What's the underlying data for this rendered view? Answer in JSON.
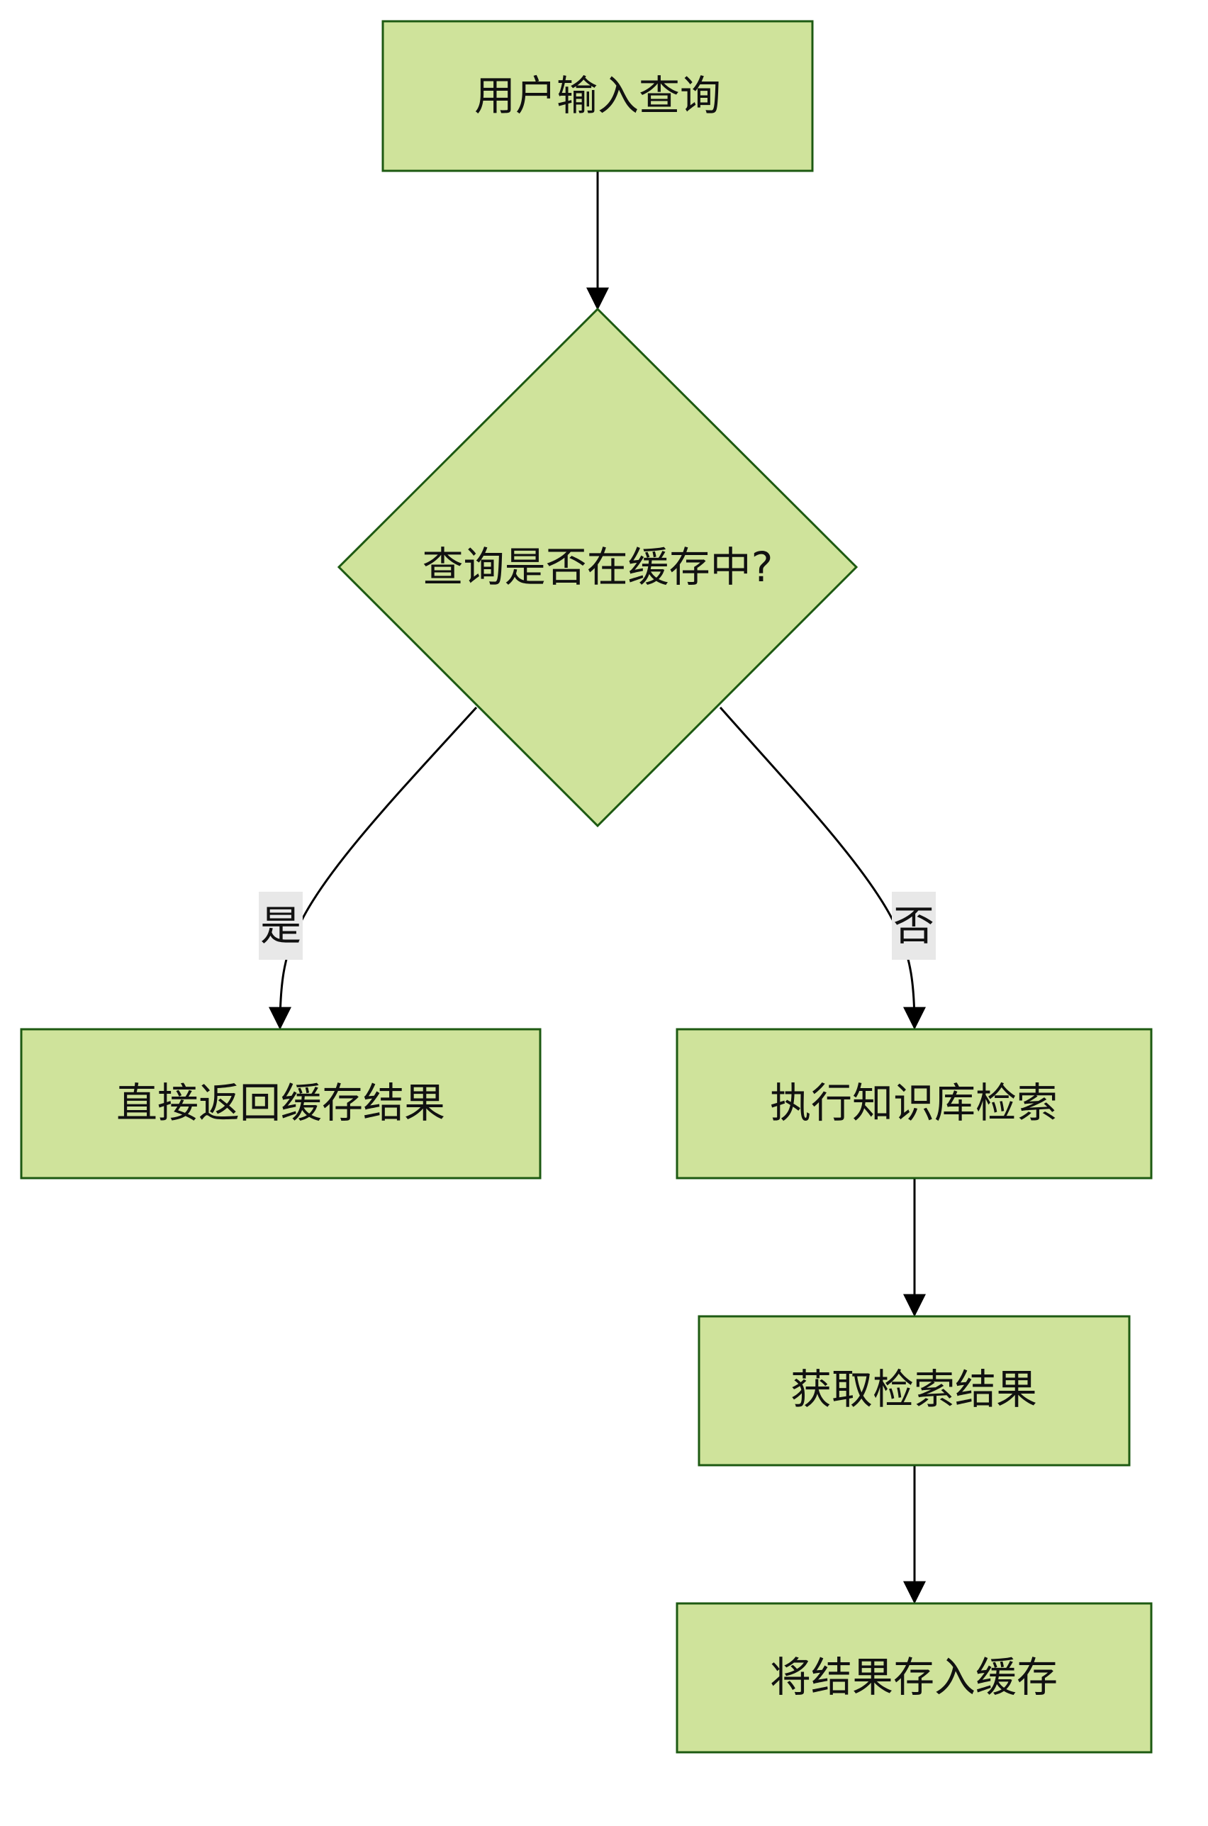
{
  "nodes": {
    "input": {
      "label": "用户输入查询"
    },
    "decision": {
      "label": "查询是否在缓存中?"
    },
    "return_cache": {
      "label": "直接返回缓存结果"
    },
    "execute": {
      "label": "执行知识库检索"
    },
    "get_results": {
      "label": "获取检索结果"
    },
    "store_cache": {
      "label": "将结果存入缓存"
    }
  },
  "edges": {
    "yes_label": "是",
    "no_label": "否"
  },
  "colors": {
    "node_fill": "#cfe39b",
    "node_stroke": "#1d5a12",
    "edge": "#000000",
    "label_bg": "#e8e8e8"
  }
}
